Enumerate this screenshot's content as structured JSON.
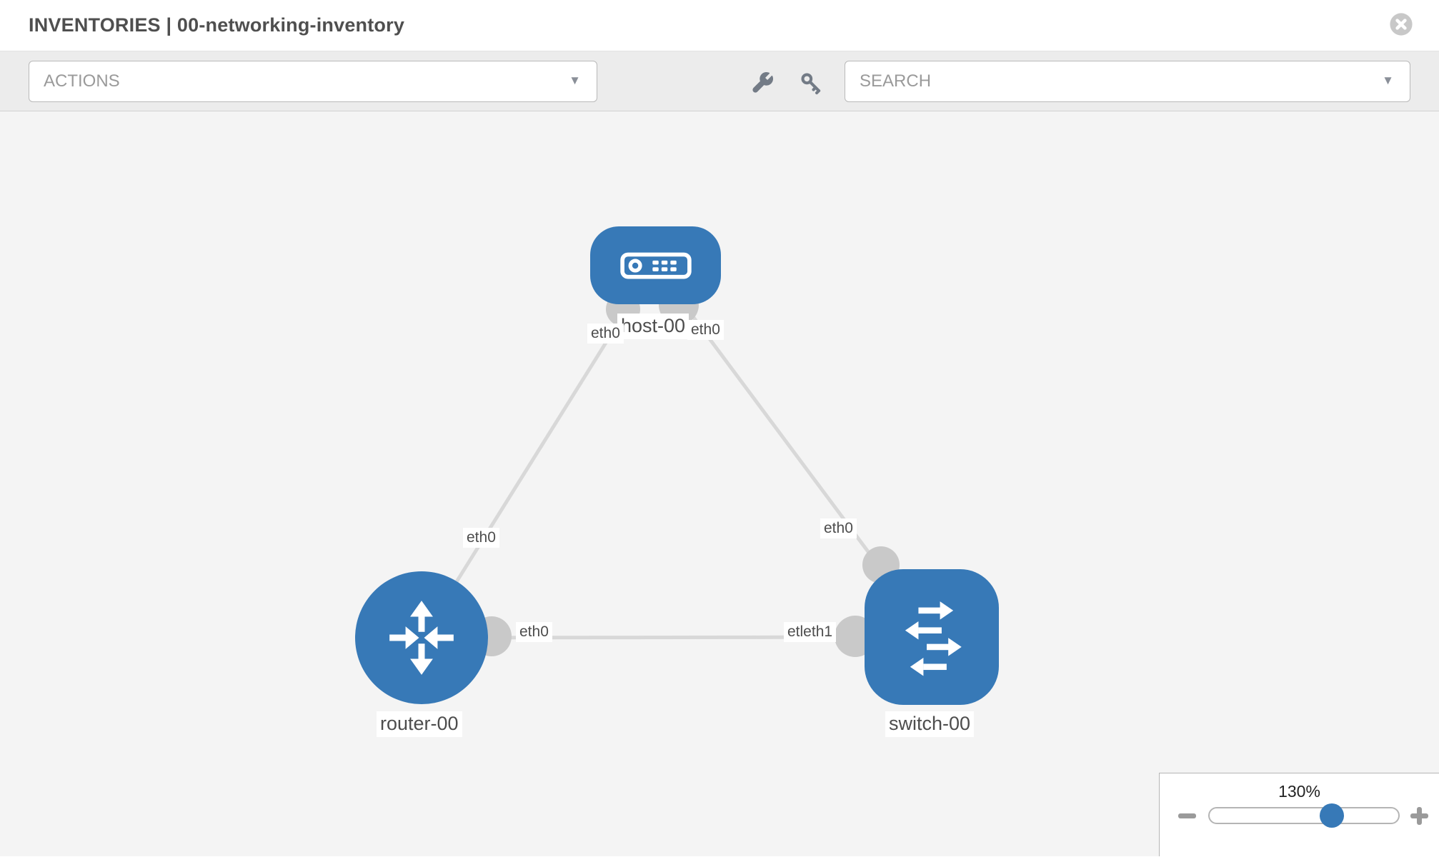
{
  "header": {
    "title": "INVENTORIES | 00-networking-inventory",
    "close_icon": "close-icon"
  },
  "toolbar": {
    "actions": {
      "label": "ACTIONS",
      "caret": "▼"
    },
    "tools": [
      {
        "icon": "wrench-icon"
      },
      {
        "icon": "key-icon"
      }
    ],
    "search": {
      "label": "SEARCH",
      "caret": "▼"
    }
  },
  "canvas": {
    "nodes": [
      {
        "label": "host-00",
        "type": "host",
        "icon": "host-icon"
      },
      {
        "label": "router-00",
        "type": "router",
        "icon": "router-icon"
      },
      {
        "label": "switch-00",
        "type": "switch",
        "icon": "switch-icon"
      }
    ],
    "links": [
      {
        "from": "router-00",
        "to": "host-00",
        "from_label": "eth0",
        "to_label": "eth0"
      },
      {
        "from": "host-00",
        "to": "switch-00",
        "from_label": "eth0",
        "to_label": "eth0"
      },
      {
        "from": "router-00",
        "to": "switch-00",
        "from_label": "eth0",
        "to_label": "etleth1"
      }
    ]
  },
  "zoom_panel": {
    "level": "130%",
    "zoom_out_icon": "zoom-out-icon",
    "zoom_in_icon": "zoom-in-icon"
  },
  "colors": {
    "node_blue": "#3779b7",
    "link_gray": "#d8d8d8",
    "port_gray": "#c9c9c9",
    "canvas_bg": "#f4f4f4",
    "toolbar_bg": "#ececec"
  }
}
